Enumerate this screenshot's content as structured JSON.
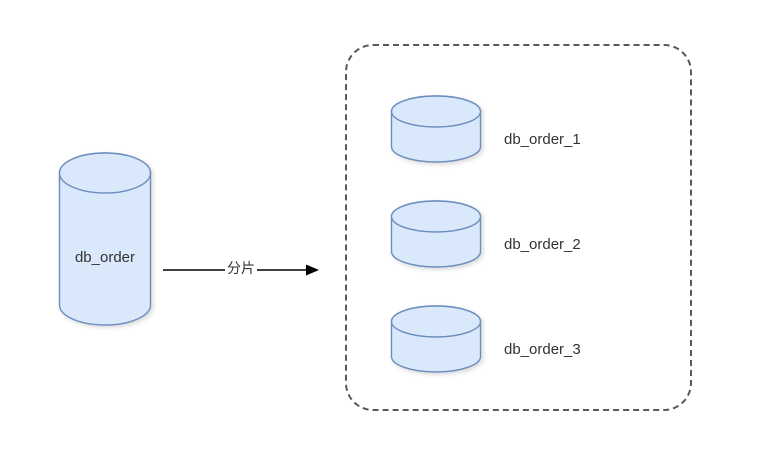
{
  "diagram": {
    "source": {
      "label": "db_order"
    },
    "arrow": {
      "label": "分片"
    },
    "container": {
      "shards": [
        {
          "label": "db_order_1"
        },
        {
          "label": "db_order_2"
        },
        {
          "label": "db_order_3"
        }
      ]
    },
    "colors": {
      "cylinder_fill": "#dae8fc",
      "cylinder_stroke": "#6c8ebf",
      "container_border": "#595959",
      "arrow_color": "#000000",
      "label_color": "#333333"
    }
  }
}
